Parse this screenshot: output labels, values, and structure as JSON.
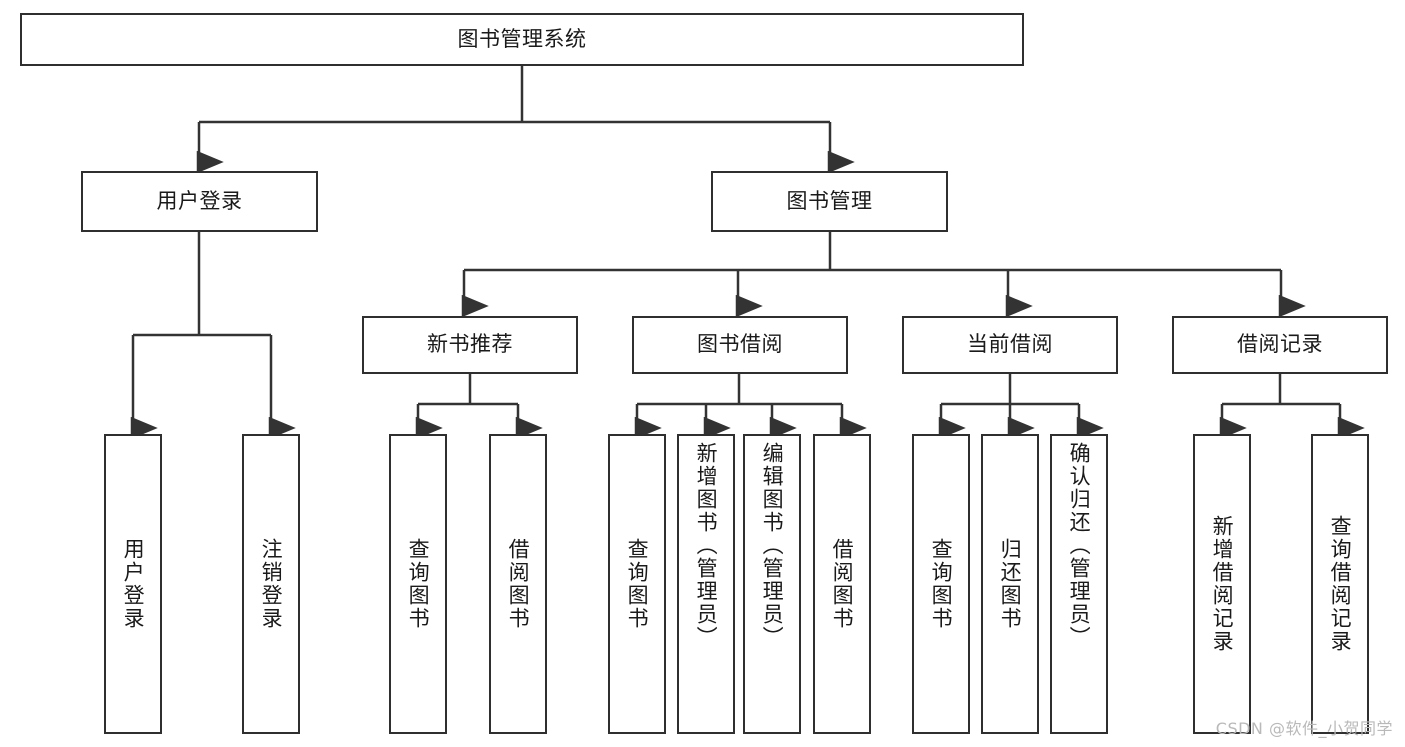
{
  "diagram": {
    "title": "图书管理系统",
    "type": "tree-hierarchy-chart",
    "colors": {
      "box_border": "#2f2f2f",
      "box_fill": "#ffffff",
      "edge": "#333333",
      "text": "#1a1a1a",
      "watermark": "#b9b9b9"
    },
    "root": {
      "label": "图书管理系统"
    },
    "level2": [
      {
        "label": "用户登录"
      },
      {
        "label": "图书管理"
      }
    ],
    "level3": [
      {
        "label": "新书推荐"
      },
      {
        "label": "图书借阅"
      },
      {
        "label": "当前借阅"
      },
      {
        "label": "借阅记录"
      }
    ],
    "leaves": {
      "user_login": [
        {
          "label": "用户登录"
        },
        {
          "label": "注销登录"
        }
      ],
      "new_book_recommend": [
        {
          "label": "查询图书"
        },
        {
          "label": "借阅图书"
        }
      ],
      "book_borrow": [
        {
          "label": "查询图书"
        },
        {
          "label": "新增图书（管理员）"
        },
        {
          "label": "编辑图书（管理员）"
        },
        {
          "label": "借阅图书"
        }
      ],
      "current_borrow": [
        {
          "label": "查询图书"
        },
        {
          "label": "归还图书"
        },
        {
          "label": "确认归还（管理员）"
        }
      ],
      "borrow_records": [
        {
          "label": "新增借阅记录"
        },
        {
          "label": "查询借阅记录"
        }
      ]
    }
  },
  "watermark": {
    "text": "CSDN @软件_小贺同学"
  }
}
